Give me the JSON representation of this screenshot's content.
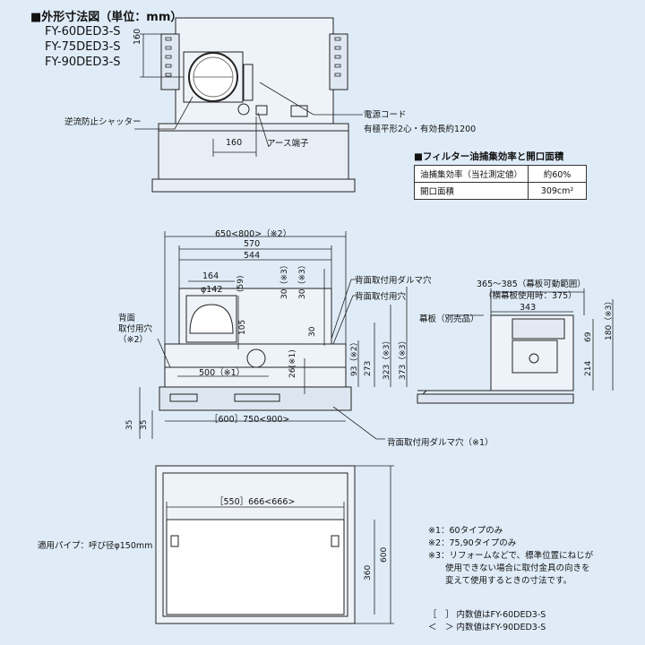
{
  "header": {
    "title": "■外形寸法図（単位：mm）",
    "models": [
      "FY-60DED3-S",
      "FY-75DED3-S",
      "FY-90DED3-S"
    ]
  },
  "top_view": {
    "dim_left": "160",
    "dim_bottom": "160",
    "shutter_label": "逆流防止シャッター",
    "power_cord_label": "電源コード",
    "power_cord_spec": "有極平形2心・有効長約1200",
    "earth_label": "アース端子"
  },
  "spec_table": {
    "title": "■フィルター油捕集効率と開口面積",
    "rows": [
      {
        "label": "油捕集効率（当社測定値）",
        "value": "約60%"
      },
      {
        "label": "開口面積",
        "value": "309cm²"
      }
    ]
  },
  "front_view": {
    "dims": {
      "width_650": "650<800>（※2）",
      "width_570": "570",
      "width_544": "544",
      "duct_164": "164",
      "duct_phi": "φ142",
      "d59": "(59)",
      "d105": "105",
      "d30a": "30（※3）",
      "d30b": "30（※3）",
      "d30c": "30",
      "d500": "500（※1）",
      "d26": "26(※1)",
      "d93": "93（※2）",
      "d273": "273",
      "d323": "323（※3）",
      "d373": "373（※3）",
      "bottom_width": "［600］750<900>",
      "d35a": "35",
      "d35b": "35"
    },
    "labels": {
      "rear_hole": "背面\n取付用穴\n（※2）",
      "rear_dalma_top": "背面取付用ダルマ穴",
      "rear_hole_right": "背面取付用穴",
      "rear_dalma_bottom": "背面取付用ダルマ穴（※1）"
    }
  },
  "side_view": {
    "range": "365～385（幕板可動範囲）",
    "range_note": "（横幕板使用時：375）",
    "d343": "343",
    "maku_label": "幕板（別売品）",
    "d180": "180（※3）",
    "d69": "69",
    "d214": "214"
  },
  "bottom_view": {
    "width": "［550］666<666>",
    "pipe": "適用パイプ：呼び径φ150mm",
    "d360": "360",
    "d600": "600"
  },
  "notes": [
    "※1：60タイプのみ",
    "※2：75,90タイプのみ",
    "※3：リフォームなどで、標準位置にねじが",
    "　　使用できない場合に取付金具の向きを",
    "　　変えて使用するときの寸法です。"
  ],
  "legend": [
    "［　］ 内数値はFY-60DED3-S",
    "＜　＞ 内数値はFY-90DED3-S"
  ]
}
